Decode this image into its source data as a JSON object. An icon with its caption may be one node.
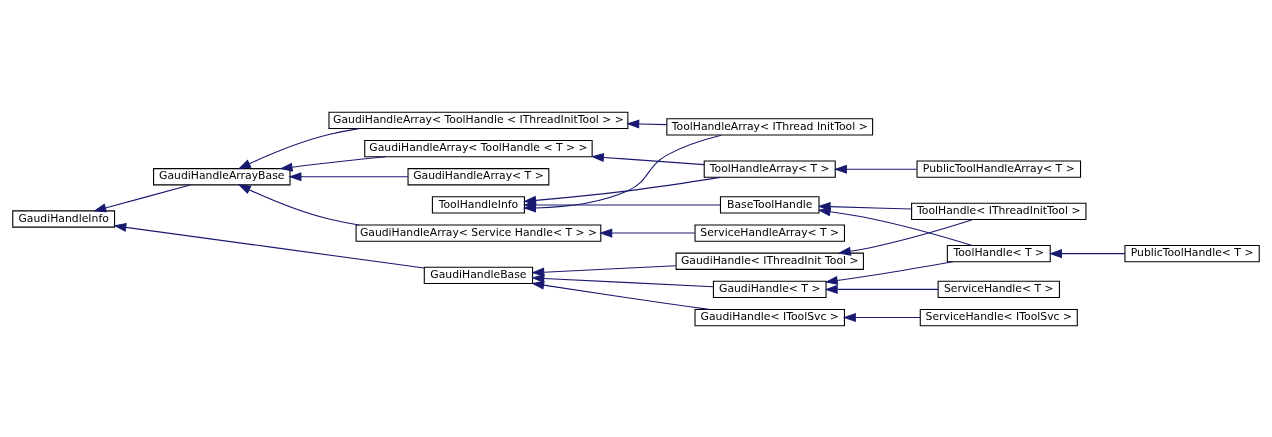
{
  "diagram": {
    "nodes": [
      {
        "text": [
          "GaudiHandleInfo"
        ]
      },
      {
        "text": [
          "GaudiHandleArrayBase"
        ]
      },
      {
        "text": [
          "GaudiHandleArray< ToolHandle < IThreadInitTool > >"
        ]
      },
      {
        "text": [
          "GaudiHandleArray< ToolHandle < T > >"
        ]
      },
      {
        "text": [
          "GaudiHandleArray< T >"
        ]
      },
      {
        "text": [
          "ToolHandleInfo"
        ]
      },
      {
        "text": [
          "GaudiHandleArray< Service Handle< T > >"
        ]
      },
      {
        "text": [
          "GaudiHandleBase"
        ]
      },
      {
        "text": [
          "ToolHandleArray< IThread InitTool >"
        ]
      },
      {
        "text": [
          "ToolHandleArray< T >"
        ]
      },
      {
        "text": [
          "BaseToolHandle"
        ]
      },
      {
        "text": [
          "ServiceHandleArray< T >"
        ]
      },
      {
        "text": [
          "GaudiHandle< IThreadInit Tool >"
        ]
      },
      {
        "text": [
          "GaudiHandle< T >"
        ]
      },
      {
        "text": [
          "GaudiHandle< IToolSvc >"
        ]
      },
      {
        "text": [
          "PublicToolHandleArray< T >"
        ]
      },
      {
        "text": [
          "ToolHandle< IThreadInitTool >"
        ]
      },
      {
        "text": [
          "ToolHandle< T >"
        ]
      },
      {
        "text": [
          "ServiceHandle< T >"
        ]
      },
      {
        "text": [
          "ServiceHandle< IToolSvc >"
        ]
      },
      {
        "text": [
          "PublicToolHandle< T >"
        ]
      }
    ],
    "edges": [
      {
        "from": 1,
        "to": 0,
        "arrow": "to"
      },
      {
        "from": 7,
        "to": 0,
        "arrow": "to"
      },
      {
        "from": 2,
        "to": 1,
        "arrow": "to"
      },
      {
        "from": 3,
        "to": 1,
        "arrow": "to"
      },
      {
        "from": 4,
        "to": 1,
        "arrow": "to"
      },
      {
        "from": 6,
        "to": 1,
        "arrow": "to"
      },
      {
        "from": 8,
        "to": 2,
        "arrow": "to"
      },
      {
        "from": 8,
        "to": 5,
        "arrow": "to"
      },
      {
        "from": 9,
        "to": 3,
        "arrow": "to"
      },
      {
        "from": 9,
        "to": 5,
        "arrow": "to"
      },
      {
        "from": 10,
        "to": 5,
        "arrow": "to"
      },
      {
        "from": 11,
        "to": 6,
        "arrow": "to"
      },
      {
        "from": 12,
        "to": 7,
        "arrow": "to"
      },
      {
        "from": 13,
        "to": 7,
        "arrow": "to"
      },
      {
        "from": 14,
        "to": 7,
        "arrow": "to"
      },
      {
        "from": 15,
        "to": 9,
        "arrow": "to"
      },
      {
        "from": 16,
        "to": 10,
        "arrow": "to"
      },
      {
        "from": 16,
        "to": 12,
        "arrow": "to"
      },
      {
        "from": 17,
        "to": 10,
        "arrow": "to"
      },
      {
        "from": 17,
        "to": 13,
        "arrow": "to"
      },
      {
        "from": 18,
        "to": 13,
        "arrow": "to"
      },
      {
        "from": 19,
        "to": 14,
        "arrow": "to"
      },
      {
        "from": 20,
        "to": 17,
        "arrow": "to"
      }
    ]
  }
}
